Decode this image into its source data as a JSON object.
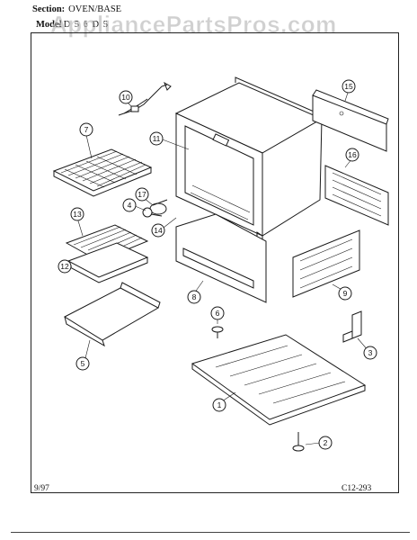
{
  "header": {
    "section_label": "Section:",
    "section_value": "OVEN/BASE",
    "model_label": "Model",
    "model_value": "D 5 6 D 5"
  },
  "watermark": "AppliancePartsPros.com",
  "footer": {
    "date": "9/97",
    "page_code": "C12-293"
  },
  "callouts": [
    "1",
    "2",
    "3",
    "4",
    "5",
    "6",
    "7",
    "8",
    "9",
    "10",
    "11",
    "12",
    "13",
    "14",
    "15",
    "16",
    "17"
  ]
}
